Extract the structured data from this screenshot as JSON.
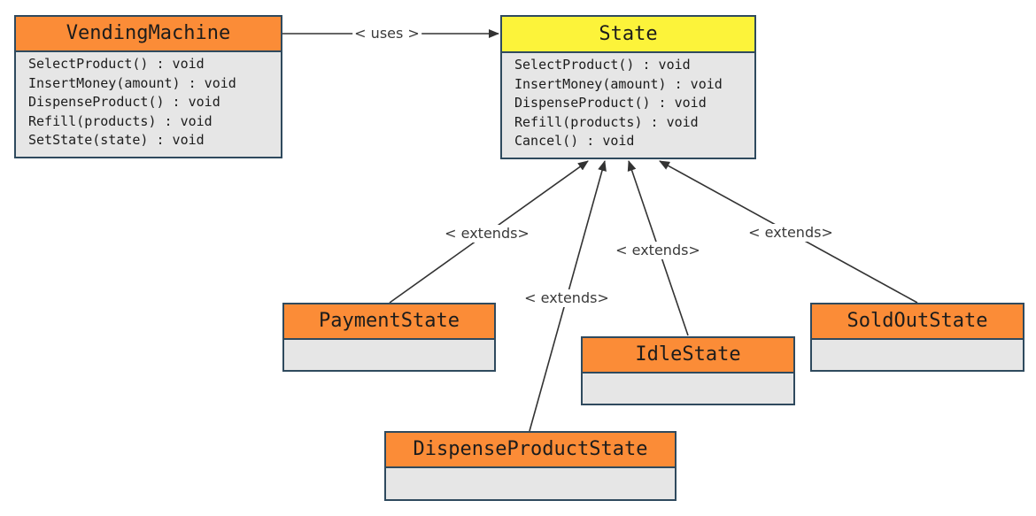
{
  "classes": {
    "vending_machine": {
      "name": "VendingMachine",
      "methods": [
        "SelectProduct() : void",
        "InsertMoney(amount) : void",
        "DispenseProduct() : void",
        "Refill(products) : void",
        "SetState(state) : void"
      ]
    },
    "state": {
      "name": "State",
      "methods": [
        "SelectProduct() : void",
        "InsertMoney(amount) : void",
        "DispenseProduct() : void",
        "Refill(products) : void",
        "Cancel() : void"
      ]
    },
    "payment_state": {
      "name": "PaymentState",
      "methods": []
    },
    "idle_state": {
      "name": "IdleState",
      "methods": []
    },
    "sold_out_state": {
      "name": "SoldOutState",
      "methods": []
    },
    "dispense_product_state": {
      "name": "DispenseProductState",
      "methods": []
    }
  },
  "relations": {
    "uses": "< uses >",
    "extends_payment": "< extends>",
    "extends_dispense": "< extends>",
    "extends_idle": "< extends>",
    "extends_soldout": "< extends>"
  },
  "colors": {
    "class_header": "#fb8c37",
    "interface_header": "#fcf33a",
    "box_body": "#e6e6e6",
    "border": "#2f4a5e",
    "arrow": "#333333"
  }
}
